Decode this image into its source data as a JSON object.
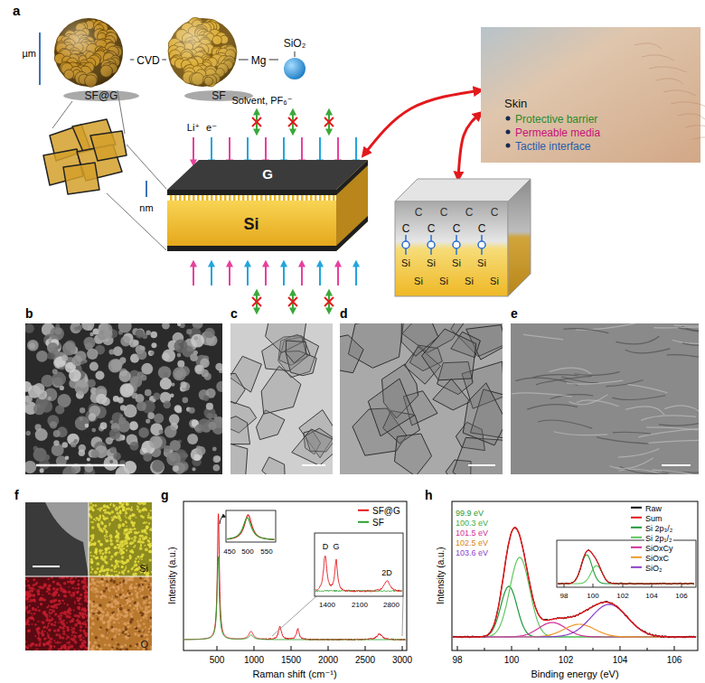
{
  "diagram": {
    "nodes": [
      {
        "text": [
          "SF@G"
        ]
      },
      {
        "text": [
          "SF"
        ]
      },
      {
        "text": [
          "SiO₂"
        ]
      },
      {
        "text": [
          "Skin",
          "Protective barrier",
          "Permeable media",
          "Tactile interface"
        ]
      },
      {
        "text": [
          "G",
          "Si"
        ]
      },
      {
        "text": [
          "C",
          "C",
          "C",
          "C",
          "C",
          "C",
          "C",
          "C",
          "Si",
          "Si",
          "Si",
          "Si",
          "Si",
          "Si",
          "Si",
          "Si"
        ]
      }
    ],
    "edges": [
      {
        "from": 0,
        "to": 1,
        "arrow": "none",
        "label": "CVD"
      },
      {
        "from": 1,
        "to": 2,
        "arrow": "none",
        "label": "Mg"
      },
      {
        "from": 4,
        "to": 3,
        "arrow": "both"
      },
      {
        "from": 3,
        "to": 5,
        "arrow": "both"
      }
    ],
    "labels": [
      "a",
      "µm",
      "nm",
      "Solvent, PF₆⁻",
      "Li⁺",
      "e⁻",
      "b",
      "c",
      "d",
      "e",
      "f",
      "Si",
      "O",
      "g",
      "Intensity (a.u.)",
      "Raman shift (cm⁻¹)",
      "500",
      "1000",
      "1500",
      "2000",
      "2500",
      "3000",
      "450",
      "500",
      "550",
      "D",
      "G",
      "2D",
      "1400",
      "2100",
      "2800",
      "h",
      "Intensity (a.u.)",
      "Binding energy (eV)",
      "98",
      "100",
      "102",
      "104",
      "106",
      "99.9 eV",
      "100.3 eV",
      "101.5 eV",
      "102.5 eV",
      "103.6 eV",
      "98",
      "100",
      "102",
      "104",
      "106"
    ],
    "legend": [
      {
        "text": "SF@G",
        "color": "#e3191c"
      },
      {
        "text": "SF",
        "color": "#2ca02c"
      },
      {
        "text": "Raw",
        "color": "#000000"
      },
      {
        "text": "Sum",
        "color": "#e3191c"
      },
      {
        "text": "Si 2p₃/₂",
        "color": "#1f9a3a"
      },
      {
        "text": "Si 2p₁/₂",
        "color": "#5fc75f"
      },
      {
        "text": "SiOxCy",
        "color": "#d12f9a"
      },
      {
        "text": "SiOxC",
        "color": "#ee9a2a"
      },
      {
        "text": "SiO₂",
        "color": "#8b3fc8"
      }
    ]
  }
}
